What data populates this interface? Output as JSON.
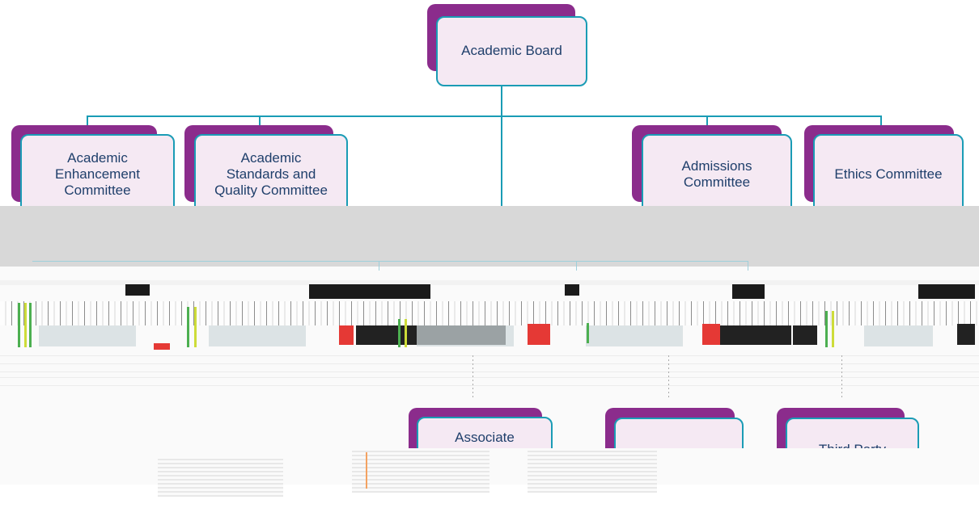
{
  "chart": {
    "root": {
      "label": "Academic Board"
    },
    "level2": [
      {
        "label": "Academic\nEnhancement\nCommittee"
      },
      {
        "label": "Academic\nStandards and\nQuality Committee"
      },
      {
        "label": "Admissions\nCommittee"
      },
      {
        "label": "Ethics Committee"
      }
    ],
    "level4": [
      {
        "label": "Associate\nPartnership"
      },
      {
        "label": ""
      },
      {
        "label": "Third Party"
      }
    ]
  },
  "colors": {
    "accent_back": "#8b2c8c",
    "box_fill": "#f5e9f3",
    "border": "#1a9cb5",
    "text": "#1f3f6b"
  }
}
